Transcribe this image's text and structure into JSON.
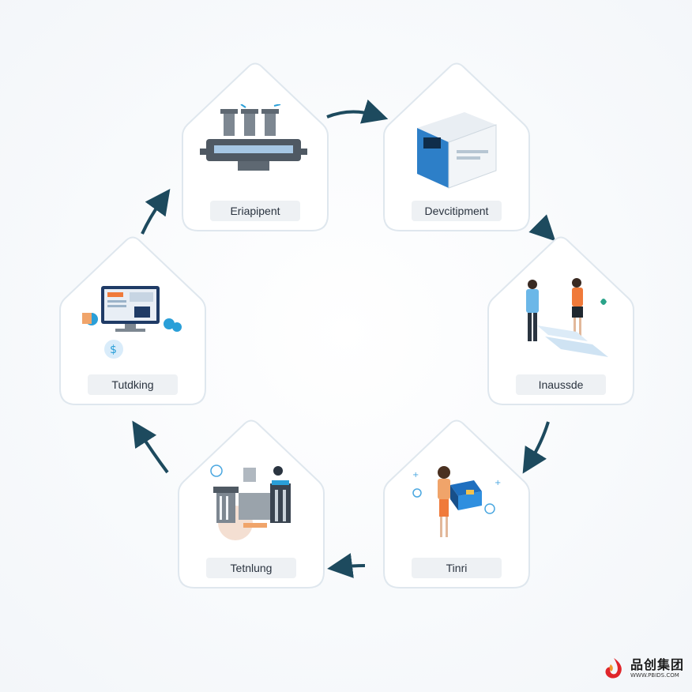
{
  "diagram": {
    "stages": [
      {
        "label": "Eriapipent",
        "icon": "machinery-icon"
      },
      {
        "label": "Devcitipment",
        "icon": "server-box-icon"
      },
      {
        "label": "Inaussde",
        "icon": "people-discussion-icon"
      },
      {
        "label": "Tinri",
        "icon": "woman-with-boxes-icon"
      },
      {
        "label": "Tetnlung",
        "icon": "factory-icon"
      },
      {
        "label": "Tutdking",
        "icon": "computer-finance-icon"
      }
    ],
    "arrow_color": "#1d4a5e",
    "card_border_color": "#dfe7ee"
  },
  "logo": {
    "name": "品创集团",
    "url": "WWW.PBIDS.COM"
  }
}
